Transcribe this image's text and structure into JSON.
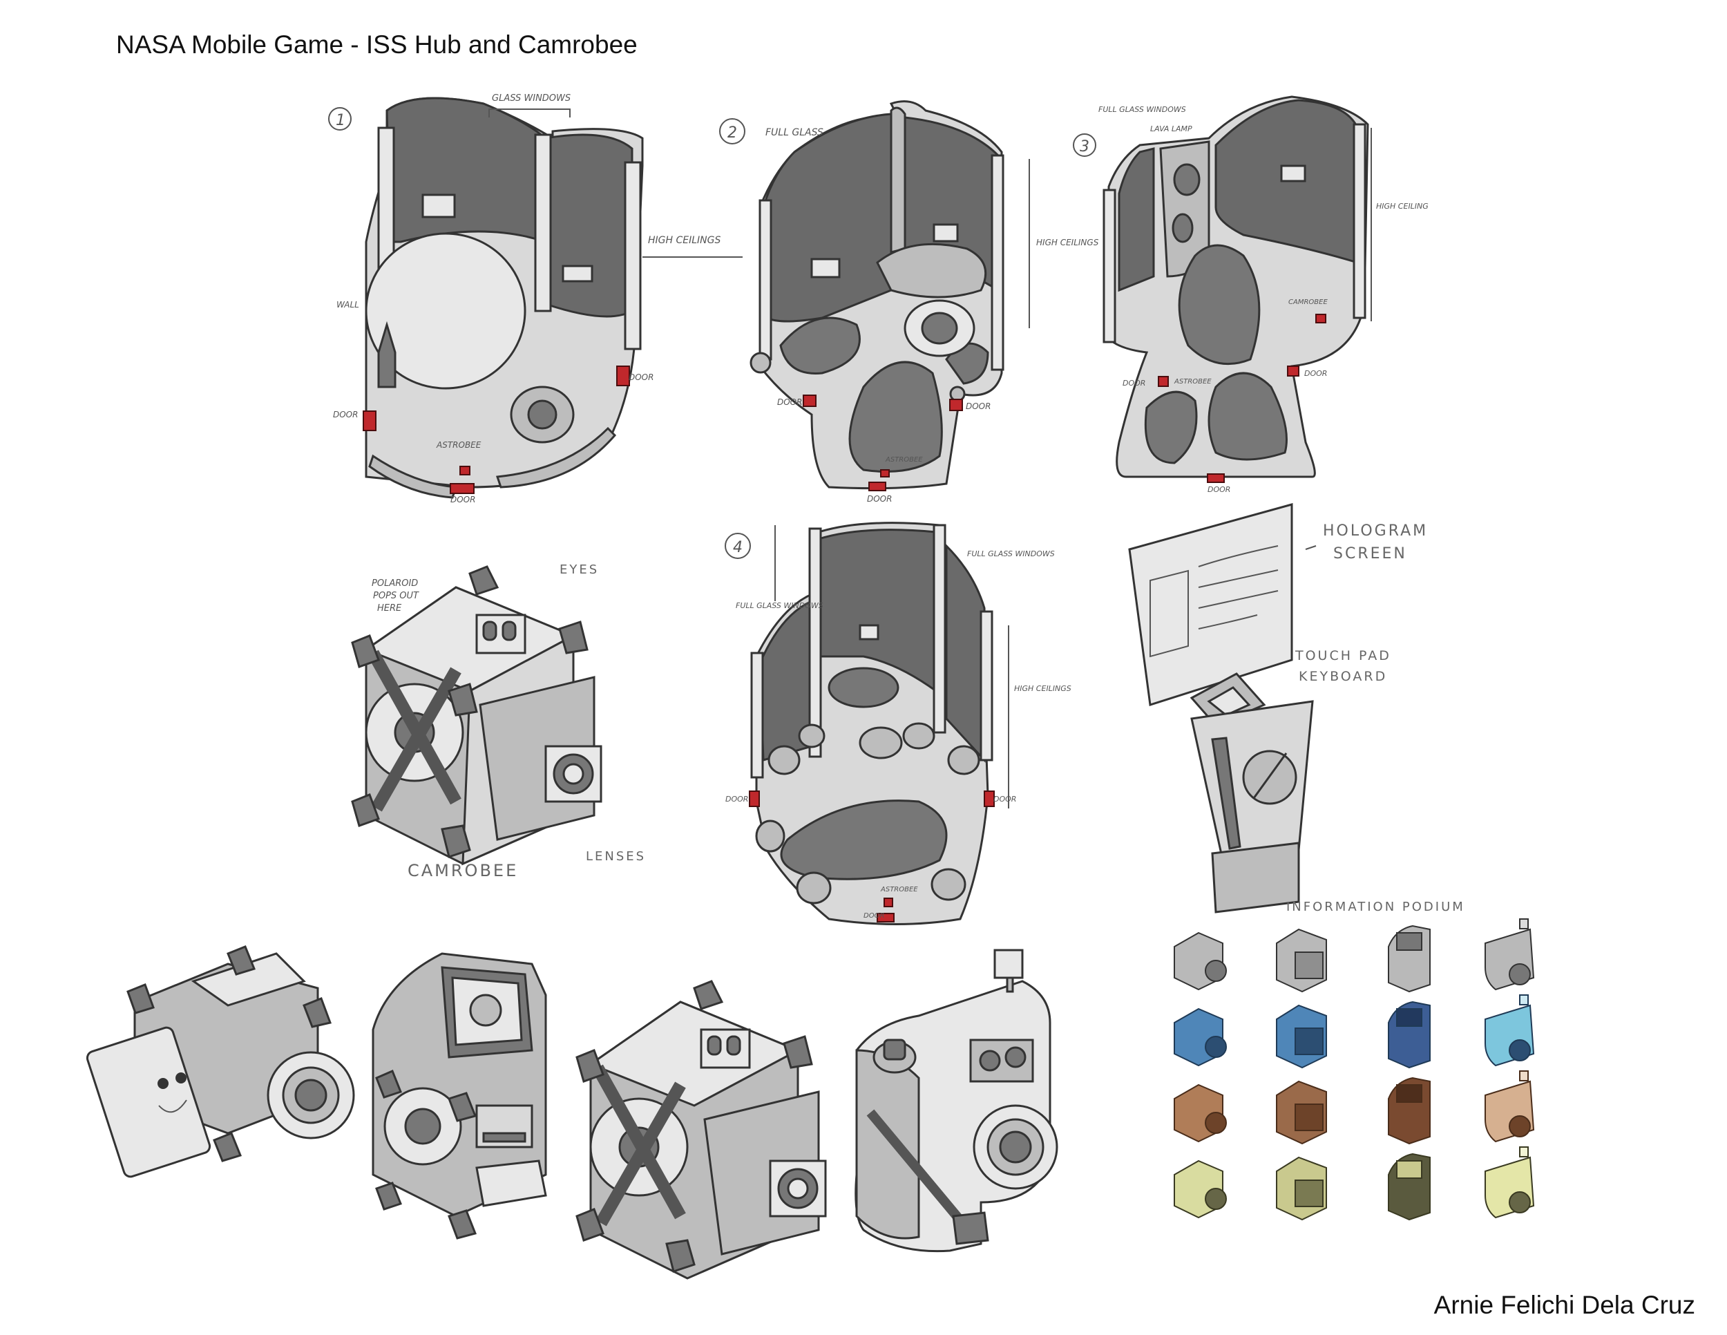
{
  "sheet": {
    "title": "NASA Mobile Game - ISS Hub and Camrobee",
    "artist": "Arnie Felichi Dela Cruz"
  },
  "hub_concepts": [
    {
      "number": "1",
      "labels": {
        "glass_windows": "GLASS WINDOWS",
        "high_ceilings": "HIGH CEILINGS",
        "wall": "WALL",
        "door_left": "DOOR",
        "door_right": "DOOR",
        "door_bottom": "DOOR",
        "astrobee": "ASTROBEE"
      }
    },
    {
      "number": "2",
      "labels": {
        "full_glass": "FULL GLASS",
        "high_ceilings": "HIGH CEILINGS",
        "door_left": "DOOR",
        "door_right": "DOOR",
        "door_bottom": "DOOR",
        "astrobee": "ASTROBEE"
      }
    },
    {
      "number": "3",
      "labels": {
        "full_glass_windows": "FULL GLASS WINDOWS",
        "lava_lamp": "LAVA LAMP",
        "high_ceilings": "HIGH CEILING",
        "camrobee": "CAMROBEE",
        "door_left": "DOOR",
        "astrobee": "ASTROBEE",
        "door_right": "DOOR",
        "door_bottom": "DOOR"
      }
    },
    {
      "number": "4",
      "labels": {
        "full_glass_windows_left": "FULL GLASS WINDOWS",
        "full_glass_windows_right": "FULL GLASS WINDOWS",
        "high_ceilings": "HIGH CEILINGS",
        "door_left": "DOOR",
        "door_right": "DOOR",
        "astrobee": "ASTROBEE",
        "door_bottom": "DOOR"
      }
    }
  ],
  "camrobee_callouts": {
    "polaroid": [
      "POLAROID",
      "POPS OUT",
      "HERE"
    ],
    "eyes": "EYES",
    "lenses": "LENSES",
    "name": "CAMROBEE"
  },
  "podium_callouts": {
    "hologram": [
      "HOLOGRAM",
      "SCREEN"
    ],
    "touchpad": [
      "TOUCH PAD",
      "KEYBOARD"
    ],
    "podium": "INFORMATION PODIUM"
  },
  "palette": {
    "grey": "#b9b9b9",
    "blue": "#4f86b8",
    "brown": "#9a6a4a",
    "yellow": "#c9c98e",
    "door_red": "#c0282c",
    "glass": "#6a6a6a"
  }
}
